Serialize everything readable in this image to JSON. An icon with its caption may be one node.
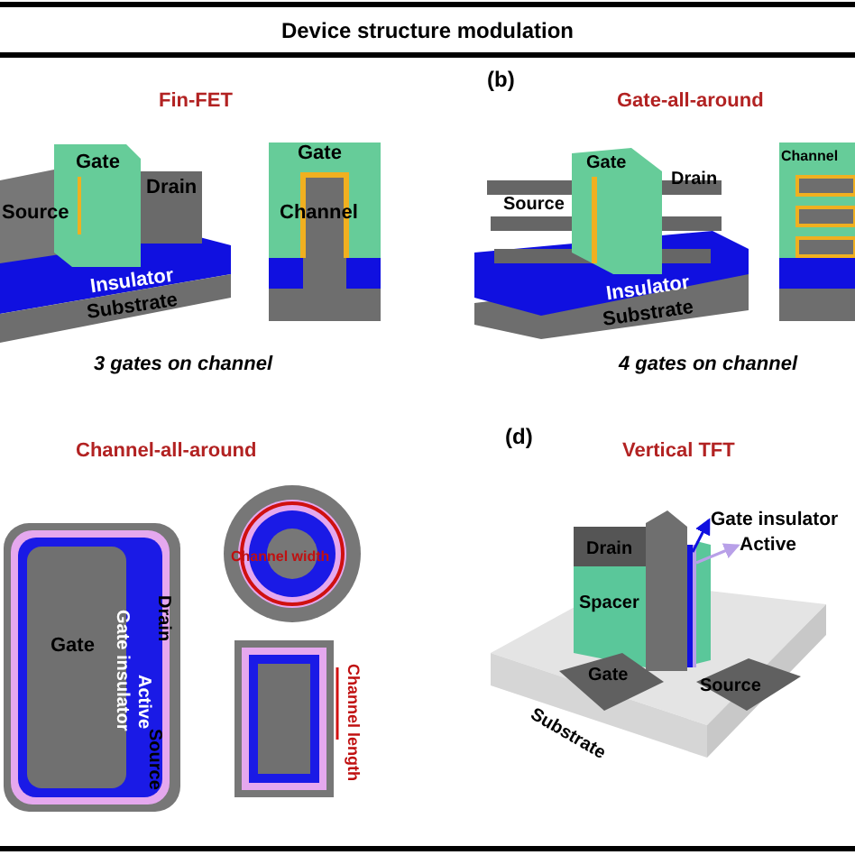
{
  "diagram": {
    "title": "Device structure modulation",
    "nodes": [
      {
        "text": [
          "Gate insulator"
        ]
      },
      {
        "text": [
          "Active"
        ]
      },
      {
        "text": [],
        "shape": "bar"
      },
      {
        "text": [],
        "shape": "bar"
      }
    ],
    "edges": [
      {
        "from": 2,
        "to": 0,
        "arrow": "to",
        "color": "#1010e0"
      },
      {
        "from": 3,
        "to": 1,
        "arrow": "to",
        "color": "#b8a0e8"
      }
    ],
    "labels": [
      "(b)",
      "Fin-FET",
      "Gate-all-around",
      "Gate",
      "Drain",
      "Source",
      "Insulator",
      "Substrate",
      "Gate",
      "Channel",
      "Gate",
      "Drain",
      "Source",
      "Insulator",
      "Substrate",
      "Channel",
      "3 gates on channel",
      "4 gates on channel",
      "(d)",
      "Channel-all-around",
      "Vertical TFT",
      "Channel width",
      "Gate",
      "Drain",
      "Gate insulator",
      "Active",
      "Source",
      "Channel length",
      "Drain",
      "Spacer",
      "Gate",
      "Source",
      "Substrate"
    ]
  }
}
